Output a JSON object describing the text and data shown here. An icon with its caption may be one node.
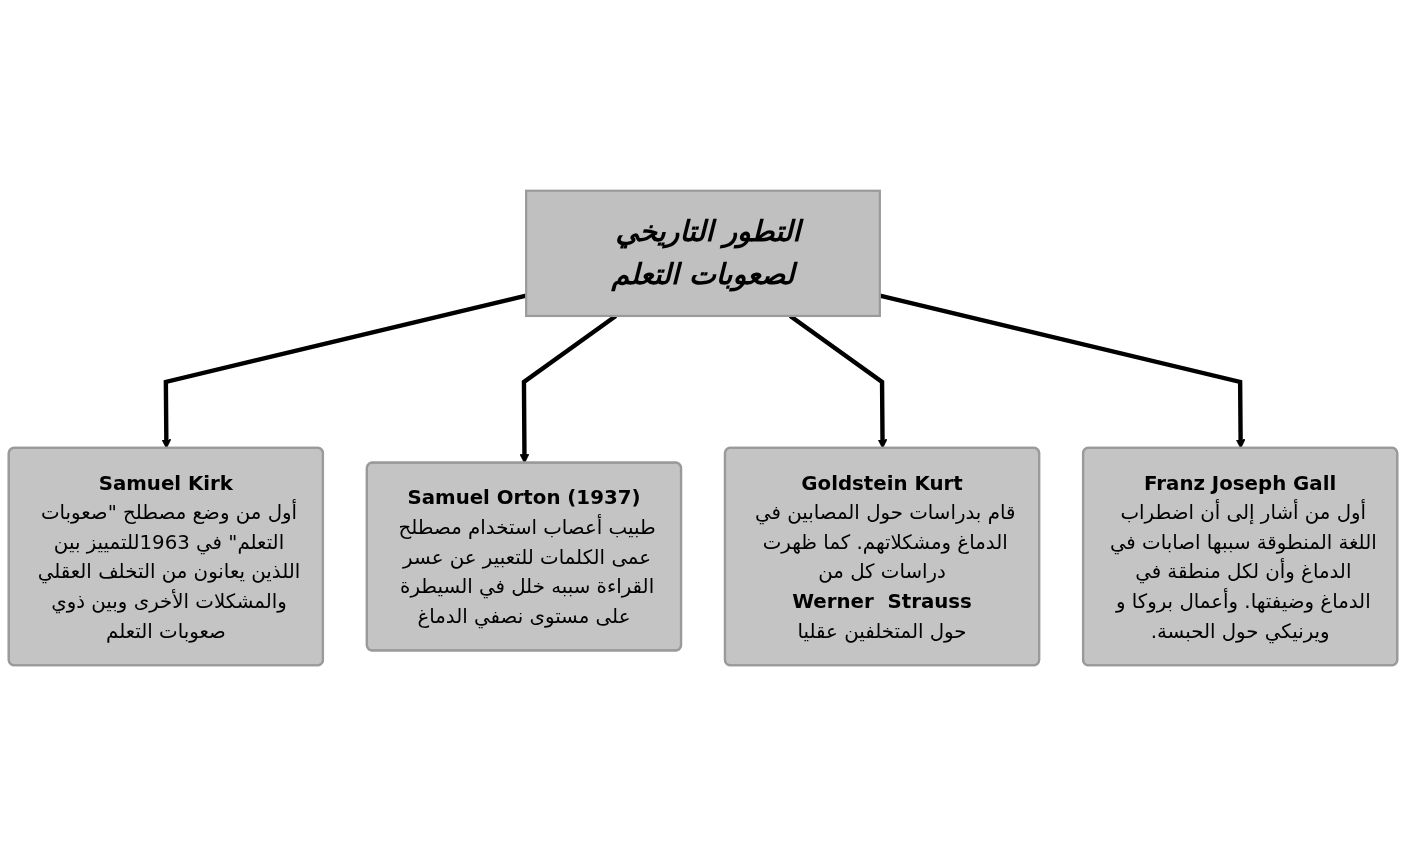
{
  "diagram": {
    "nodes": [
      {
        "text": [
          "التطور التاريخي لصعوبات التعلم"
        ]
      },
      {
        "text": [
          "Samuel Kirk",
          "أول من وضع مصطلح \"صعوبات التعلم\" في 1963للتمييز بين اللذين يعانون من التخلف العقلي والمشكلات الأخرى وبين ذوي صعوبات التعلم"
        ]
      },
      {
        "text": [
          "Samuel Orton (1937)",
          "طبيب أعصاب استخدام مصطلح عمى الكلمات للتعبير عن عسر القراءة سببه خلل في السيطرة على مستوى نصفي الدماغ"
        ]
      },
      {
        "text": [
          "Goldstein Kurt",
          "قام بدراسات حول المصابين في الدماغ ومشكلاتهم. كما ظهرت دراسات كل من",
          "Werner  Strauss",
          "حول المتخلفين عقليا"
        ]
      },
      {
        "text": [
          "Franz Joseph Gall",
          "أول من أشار إلى أن اضطراب اللغة المنطوقة سببها اصابات في الدماغ وأن لكل منطقة في الدماغ وضيفتها. وأعمال بروكا و ويرنيكي حول الحبسة."
        ]
      }
    ],
    "edges": [
      {
        "from": 0,
        "to": 1,
        "arrow": "to"
      },
      {
        "from": 0,
        "to": 2,
        "arrow": "to"
      },
      {
        "from": 0,
        "to": 3,
        "arrow": "to"
      },
      {
        "from": 0,
        "to": 4,
        "arrow": "to"
      }
    ]
  }
}
